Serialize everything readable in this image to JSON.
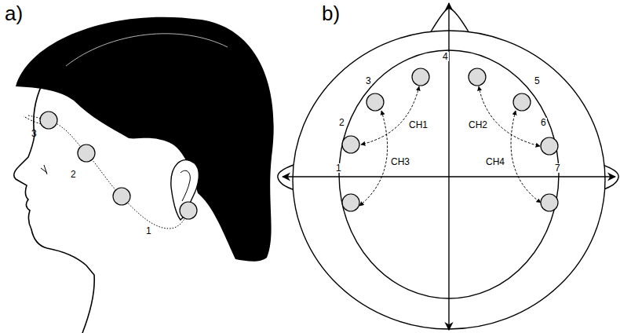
{
  "diagram": {
    "labels": [
      "a)",
      "b)",
      "3",
      "2",
      "1",
      "1",
      "2",
      "3",
      "4",
      "5",
      "6",
      "7",
      "CH1",
      "CH2",
      "CH3",
      "CH4"
    ]
  }
}
